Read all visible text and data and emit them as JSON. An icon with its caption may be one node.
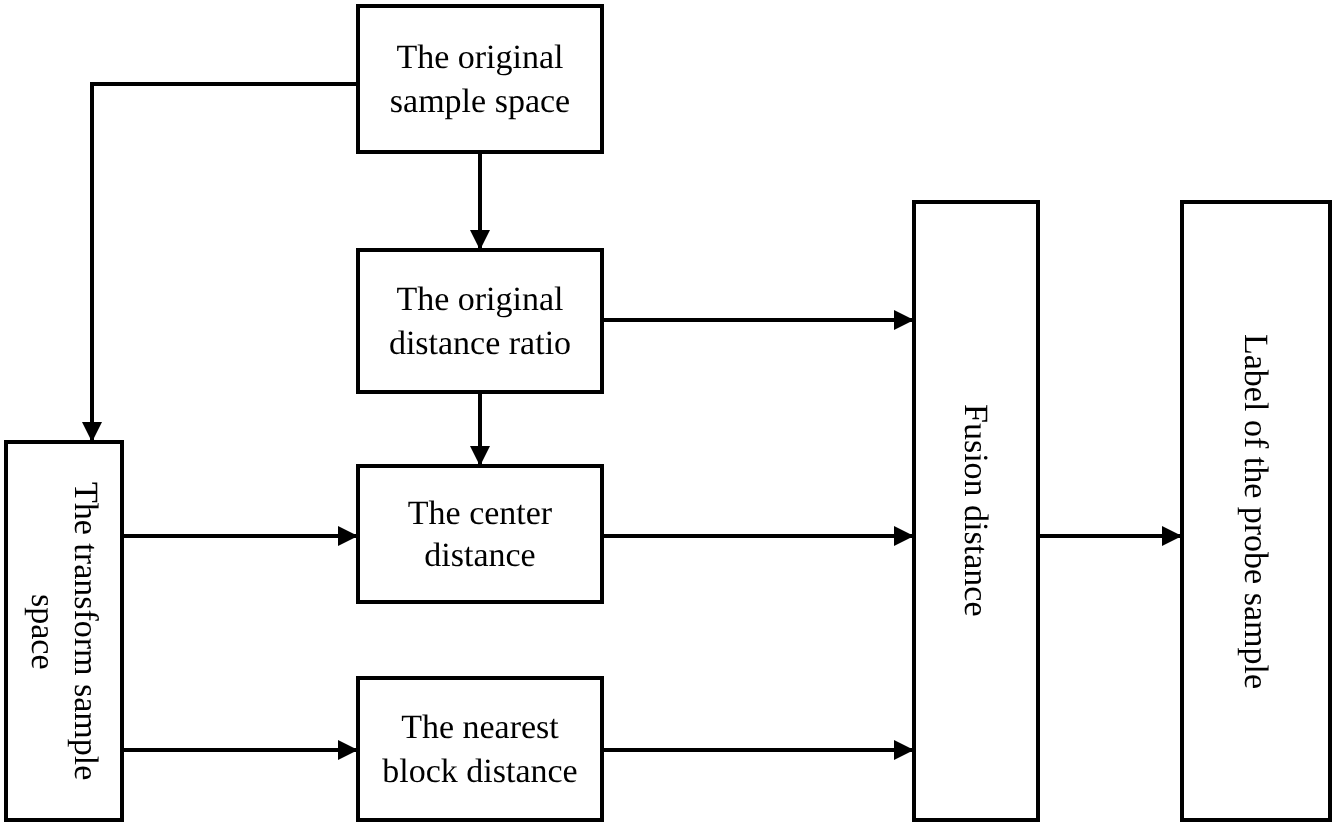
{
  "diagram": {
    "nodes": [
      {
        "text": [
          "The original sample space"
        ]
      },
      {
        "text": [
          "The original distance ratio"
        ]
      },
      {
        "text": [
          "The center distance"
        ]
      },
      {
        "text": [
          "The nearest block distance"
        ]
      },
      {
        "text": [
          "The transform sample space"
        ]
      },
      {
        "text": [
          "Fusion distance"
        ]
      },
      {
        "text": [
          "Label of the probe sample"
        ]
      }
    ],
    "edges": [
      {
        "from": 0,
        "to": 1,
        "arrow": "to"
      },
      {
        "from": 0,
        "to": 4,
        "arrow": "to"
      },
      {
        "from": 1,
        "to": 2,
        "arrow": "to"
      },
      {
        "from": 1,
        "to": 5,
        "arrow": "to"
      },
      {
        "from": 4,
        "to": 2,
        "arrow": "to"
      },
      {
        "from": 2,
        "to": 5,
        "arrow": "to"
      },
      {
        "from": 4,
        "to": 3,
        "arrow": "to"
      },
      {
        "from": 3,
        "to": 5,
        "arrow": "to"
      },
      {
        "from": 5,
        "to": 6,
        "arrow": "to"
      }
    ]
  }
}
